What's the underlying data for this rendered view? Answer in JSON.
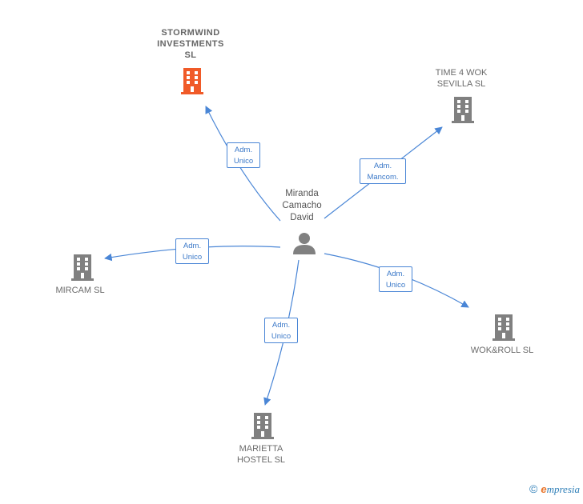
{
  "center": {
    "name_lines": [
      "Miranda",
      "Camacho",
      "David"
    ],
    "icon": "person-icon"
  },
  "companies": [
    {
      "id": "stormwind",
      "lines": [
        "STORMWIND",
        "INVESTMENTS",
        "SL"
      ],
      "highlight": true,
      "color": "#f05a28"
    },
    {
      "id": "time4wok",
      "lines": [
        "TIME 4 WOK",
        "SEVILLA  SL"
      ],
      "highlight": false,
      "color": "#808080"
    },
    {
      "id": "mircam",
      "lines": [
        "MIRCAM SL"
      ],
      "highlight": false,
      "color": "#808080"
    },
    {
      "id": "wokroll",
      "lines": [
        "WOK&ROLL  SL"
      ],
      "highlight": false,
      "color": "#808080"
    },
    {
      "id": "marietta",
      "lines": [
        "MARIETTA",
        "HOSTEL  SL"
      ],
      "highlight": false,
      "color": "#808080"
    }
  ],
  "edges": [
    {
      "to": "stormwind",
      "lines": [
        "Adm.",
        "Unico"
      ]
    },
    {
      "to": "time4wok",
      "lines": [
        "Adm.",
        "Mancom."
      ]
    },
    {
      "to": "mircam",
      "lines": [
        "Adm.",
        "Unico"
      ]
    },
    {
      "to": "wokroll",
      "lines": [
        "Adm.",
        "Unico"
      ]
    },
    {
      "to": "marietta",
      "lines": [
        "Adm.",
        "Unico"
      ]
    }
  ],
  "colors": {
    "edge": "#4a86d6",
    "building": "#808080",
    "highlight": "#f05a28",
    "person": "#808080"
  },
  "footer": {
    "copyright": "©",
    "brand_first": "e",
    "brand_rest": "mpresia"
  }
}
